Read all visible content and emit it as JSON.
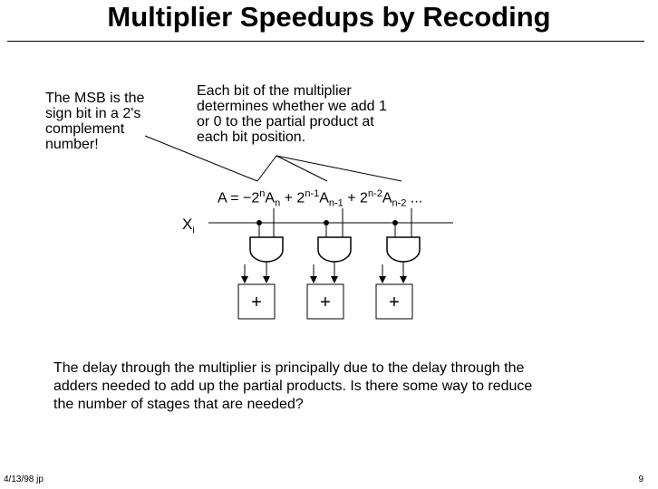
{
  "slide": {
    "title": "Multiplier Speedups by Recoding",
    "msb_note": [
      "The MSB is the",
      "sign bit in a 2's",
      "complement",
      "number!"
    ],
    "bit_note": [
      "Each bit of the multiplier",
      "determines whether we add 1",
      "or 0 to the partial product at",
      "each bit position."
    ],
    "equation": {
      "prefix": "A = −2",
      "t1_exp": "n",
      "t1_var": "A",
      "t1_sub": "n",
      "plus1": " + 2",
      "t2_exp": "n-1",
      "t2_var": "A",
      "t2_sub": "n-1",
      "plus2": " + 2",
      "t3_exp": "n-2",
      "t3_var": "A",
      "t3_sub": "n-2",
      "ellipsis": " ..."
    },
    "input_label": {
      "base": "X",
      "sub": "i"
    },
    "adders": [
      "+",
      "+",
      "+"
    ],
    "paragraph": [
      "The delay through the multiplier is principally due to the delay through the",
      "adders needed to add up the partial products.  Is there some way to reduce",
      "the number of stages that are needed?"
    ],
    "footer_left": "4/13/98 jp",
    "footer_right": "9"
  }
}
